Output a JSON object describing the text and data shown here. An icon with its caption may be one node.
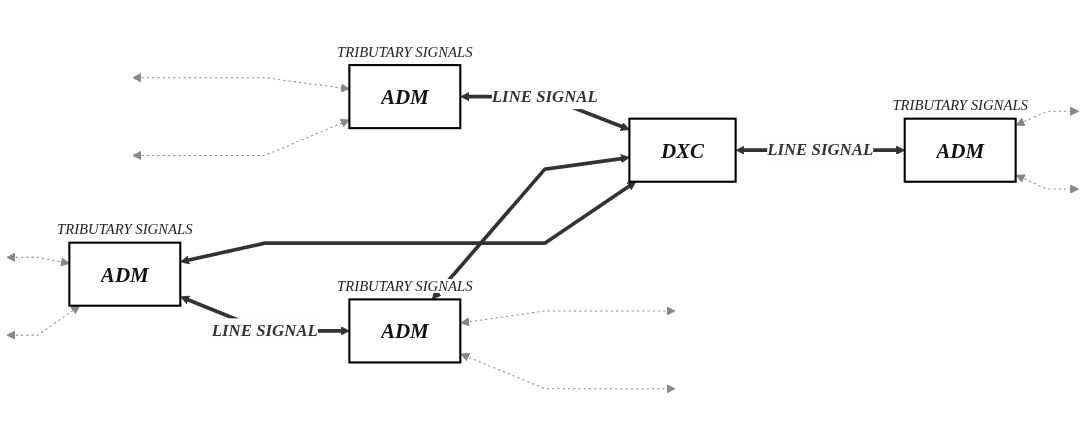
{
  "diagram": {
    "nodes": [
      {
        "text": [
          "ADM"
        ],
        "beside": [
          "TRIBUTARY SIGNALS"
        ]
      },
      {
        "text": [
          "ADM"
        ],
        "beside": [
          "TRIBUTARY SIGNALS"
        ]
      },
      {
        "text": [
          "ADM"
        ],
        "beside": [
          "TRIBUTARY SIGNALS"
        ]
      },
      {
        "text": [
          "DXC"
        ]
      },
      {
        "text": [
          "ADM"
        ],
        "beside": [
          "TRIBUTARY SIGNALS"
        ]
      }
    ],
    "edges": [
      {
        "from": 0,
        "to": 1,
        "arrow": "both",
        "label": "LINE SIGNAL",
        "style": "thick"
      },
      {
        "from": 0,
        "to": 3,
        "arrow": "both",
        "style": "thick"
      },
      {
        "from": 1,
        "to": 3,
        "arrow": "both",
        "style": "thick"
      },
      {
        "from": 2,
        "to": 3,
        "arrow": "both",
        "label": "LINE SIGNAL",
        "style": "thick"
      },
      {
        "from": 3,
        "to": 4,
        "arrow": "both",
        "label": "LINE SIGNAL",
        "style": "thick"
      },
      {
        "from": null,
        "to": 0,
        "arrow": "both",
        "style": "dashed"
      },
      {
        "from": null,
        "to": 0,
        "arrow": "both",
        "style": "dashed"
      },
      {
        "from": null,
        "to": 1,
        "arrow": "both",
        "style": "dashed"
      },
      {
        "from": null,
        "to": 1,
        "arrow": "both",
        "style": "dashed"
      },
      {
        "from": null,
        "to": 2,
        "arrow": "both",
        "style": "dashed"
      },
      {
        "from": null,
        "to": 2,
        "arrow": "both",
        "style": "dashed"
      },
      {
        "from": null,
        "to": 4,
        "arrow": "both",
        "style": "dashed"
      },
      {
        "from": null,
        "to": 4,
        "arrow": "both",
        "style": "dashed"
      }
    ]
  }
}
